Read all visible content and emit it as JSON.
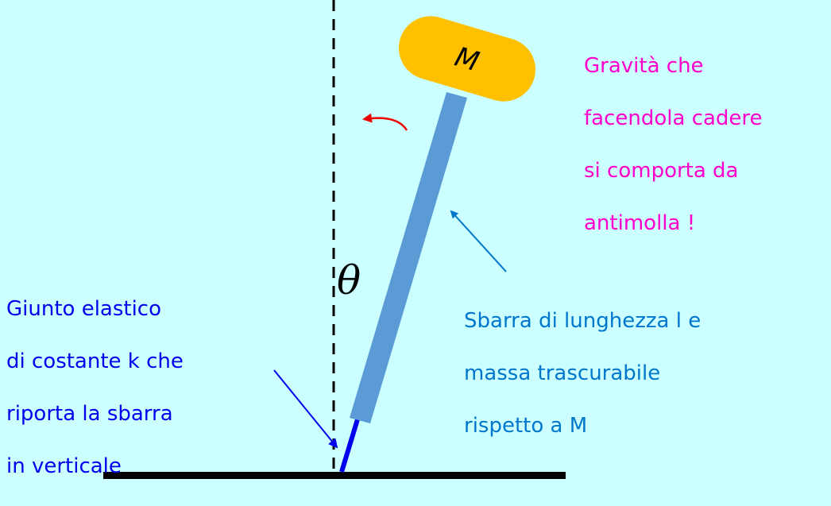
{
  "mass": {
    "label": "M"
  },
  "angle": {
    "symbol": "θ"
  },
  "note_antispring": {
    "lines": [
      "Gravità che",
      "facendola cadere",
      "si comporta da",
      "antimolla !"
    ]
  },
  "label_rod": {
    "lines": [
      "Sbarra di lunghezza l e",
      "massa trascurabile",
      "rispetto a M"
    ]
  },
  "label_joint": {
    "lines": [
      "Giunto elastico",
      "di costante k che",
      "riporta la sbarra",
      "in verticale"
    ]
  },
  "colors": {
    "background": "#CCFFFF",
    "mass_fill": "#FFC000",
    "rod_fill": "#5B9BD5",
    "joint_line": "#0000EE",
    "rotation_arrow": "#EE0000",
    "note_text": "#FF00CC",
    "rod_label_text": "#0077CC",
    "joint_label_text": "#0000EE",
    "ground": "#000000"
  }
}
